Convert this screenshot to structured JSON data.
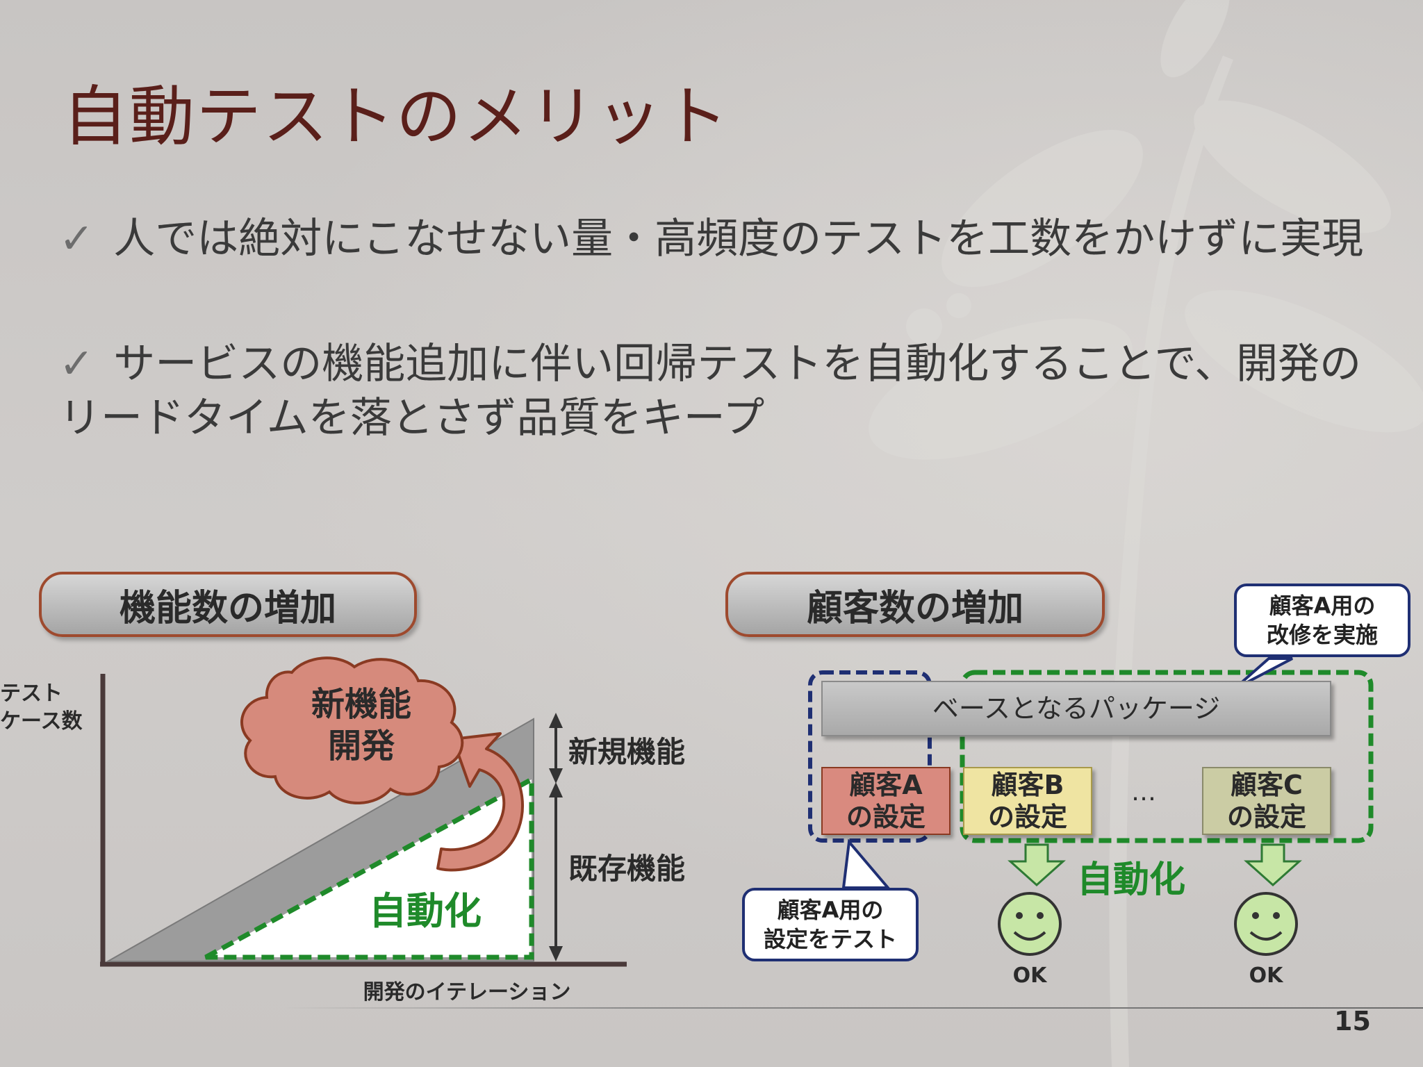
{
  "slide": {
    "title": "自動テストのメリット",
    "bullets": [
      {
        "check": "✓",
        "text": "人では絶対にこなせない量・高頻度のテストを工数をかけずに実現"
      },
      {
        "check": "✓",
        "text": "サービスの機能追加に伴い回帰テストを自動化することで、開発のリードタイムを落とさず品質をキープ"
      }
    ],
    "page_number": "15"
  },
  "left_diagram": {
    "header": "機能数の増加",
    "y_axis_label": [
      "テスト",
      "ケース数"
    ],
    "x_axis_label": "開発のイテレーション",
    "cloud_label": [
      "新機能",
      "開発"
    ],
    "new_feature_label": "新規機能",
    "existing_feature_label": "既存機能",
    "automation_label": "自動化"
  },
  "right_diagram": {
    "header": "顧客数の増加",
    "base_package": "ベースとなるパッケージ",
    "customer_a": [
      "顧客A",
      "の設定"
    ],
    "customer_b": [
      "顧客B",
      "の設定"
    ],
    "ellipsis": "…",
    "customer_c": [
      "顧客C",
      "の設定"
    ],
    "callout_top": [
      "顧客A用の",
      "改修を実施"
    ],
    "callout_bottom": [
      "顧客A用の",
      "設定をテスト"
    ],
    "automation_label": "自動化",
    "ok_labels": [
      "OK",
      "OK"
    ]
  },
  "colors": {
    "title": "#5a1f1a",
    "green_dash": "#1f8a2a",
    "navy_dash": "#1f2f73",
    "customer_a_fill": "#d98a7f",
    "customer_b_fill": "#efe4a2",
    "customer_c_fill": "#cbcca4",
    "smiley_fill": "#c7e6a6"
  }
}
